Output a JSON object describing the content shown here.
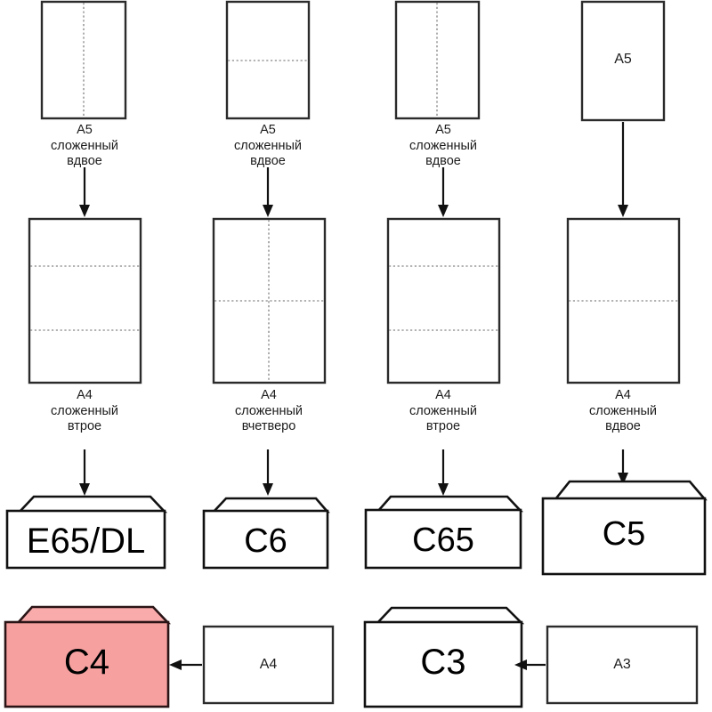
{
  "diagram": {
    "title": "Paper folding to envelope size chart",
    "language": "ru",
    "colors": {
      "highlight_fill": "#f7a0a0",
      "highlight_flap": "#f9aaaa",
      "stroke": "#111111",
      "fold_line": "#9a9a9a",
      "background": "#ffffff"
    }
  },
  "row1": {
    "columns": [
      {
        "caption": "A5\nсложенный\nвдвое",
        "inner_label": "",
        "fold": "vertical"
      },
      {
        "caption": "A5\nсложенный\nвдвое",
        "inner_label": "",
        "fold": "horizontal"
      },
      {
        "caption": "A5\nсложенный\nвдвое",
        "inner_label": "",
        "fold": "vertical"
      },
      {
        "caption": "",
        "inner_label": "A5",
        "fold": "none"
      }
    ]
  },
  "row2": {
    "columns": [
      {
        "caption": "A4\nсложенный\nвтрое",
        "folds": "two-horizontal-thirds"
      },
      {
        "caption": "A4\nсложенный\nвчетверо",
        "folds": "cross"
      },
      {
        "caption": "A4\nсложенный\nвтрое",
        "folds": "two-horizontal-thirds"
      },
      {
        "caption": "A4\nсложенный\nвдвое",
        "folds": "one-horizontal-half"
      }
    ]
  },
  "row3": {
    "envelopes": [
      {
        "label": "E65/DL",
        "highlighted": false
      },
      {
        "label": "C6",
        "highlighted": false
      },
      {
        "label": "C65",
        "highlighted": false
      },
      {
        "label": "C5",
        "highlighted": false
      }
    ]
  },
  "row4": {
    "pairs": [
      {
        "envelope": "C4",
        "highlighted": true,
        "source_sheet": "A4"
      },
      {
        "envelope": "C3",
        "highlighted": false,
        "source_sheet": "A3"
      }
    ]
  }
}
